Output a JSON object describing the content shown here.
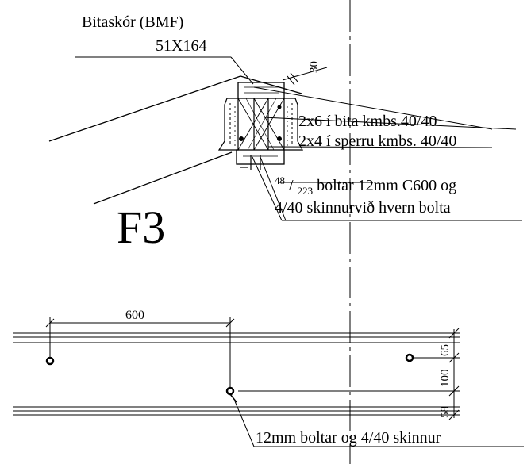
{
  "detail_id": "F3",
  "callouts": {
    "hanger_title": "Bitaskór (BMF)",
    "hanger_size": "51X164",
    "beam_nails": "2x6 í bita kmbs.40/40",
    "rafter_nails": "2x4 í sperru kmbs. 40/40",
    "bolts_superscript": "48",
    "bolts_subscript": "223",
    "bolts_line1_rest": " boltar 12mm C600 og",
    "bolts_line2": "4/40 skinnurvið hvern bolta",
    "bottom_note": "12mm boltar og 4/40 skinnur"
  },
  "dimensions": {
    "slope_offset": "30",
    "bolt_spacing": "600",
    "edge_top": "65",
    "between": "100",
    "edge_bottom": "58"
  }
}
